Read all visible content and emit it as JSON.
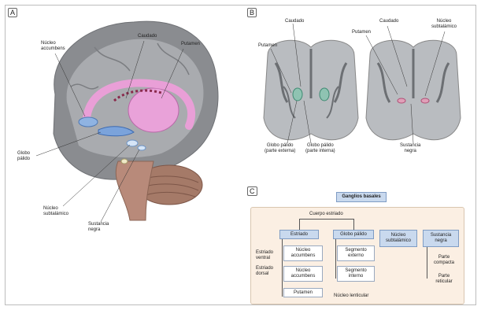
{
  "panels": {
    "a": "A",
    "b": "B",
    "c": "C"
  },
  "panel_a": {
    "labels": {
      "nucleo_accumbens": "Núcleo\naccumbens",
      "caudado": "Caudado",
      "putamen": "Putamen",
      "globo_palido": "Globo\npálido",
      "nucleo_subtalamico": "Núcleo\nsubtalámico",
      "sustancia_negra": "Sustancia\nnegra"
    }
  },
  "panel_b": {
    "labels": {
      "putamen_left": "Putamen",
      "caudado_left": "Caudado",
      "putamen_right": "Putamen",
      "caudado_right": "Caudado",
      "nucleo_subtalamico": "Núcleo\nsubtalámico",
      "globo_externo": "Globo pálido\n(parte externa)",
      "globo_interno": "Globo pálido\n(parte interna)",
      "sustancia_negra": "Sustancia\nnegra"
    }
  },
  "panel_c": {
    "title": "Ganglios basales",
    "cuerpo_estriado": "Cuerpo estriado",
    "estriado": "Estriado",
    "globo_palido": "Globo pálido",
    "nucleo_subtalamico": "Núcleo\nsubtalámico",
    "sustancia_negra": "Sustancia\nnegra",
    "estriado_ventral": "Estriado\nventral",
    "estriado_dorsal": "Estriado\ndorsal",
    "nucleo_accumbens_1": "Núcleo\naccumbens",
    "nucleo_accumbens_2": "Núcleo\naccumbens",
    "putamen": "Putamen",
    "segmento_externo": "Segmento\nexterno",
    "segmento_interno": "Segmento\ninterno",
    "nucleo_lenticular": "Núcleo lenticular",
    "parte_compacta": "Parte\ncompacta",
    "parte_reticular": "Parte\nreticular"
  }
}
